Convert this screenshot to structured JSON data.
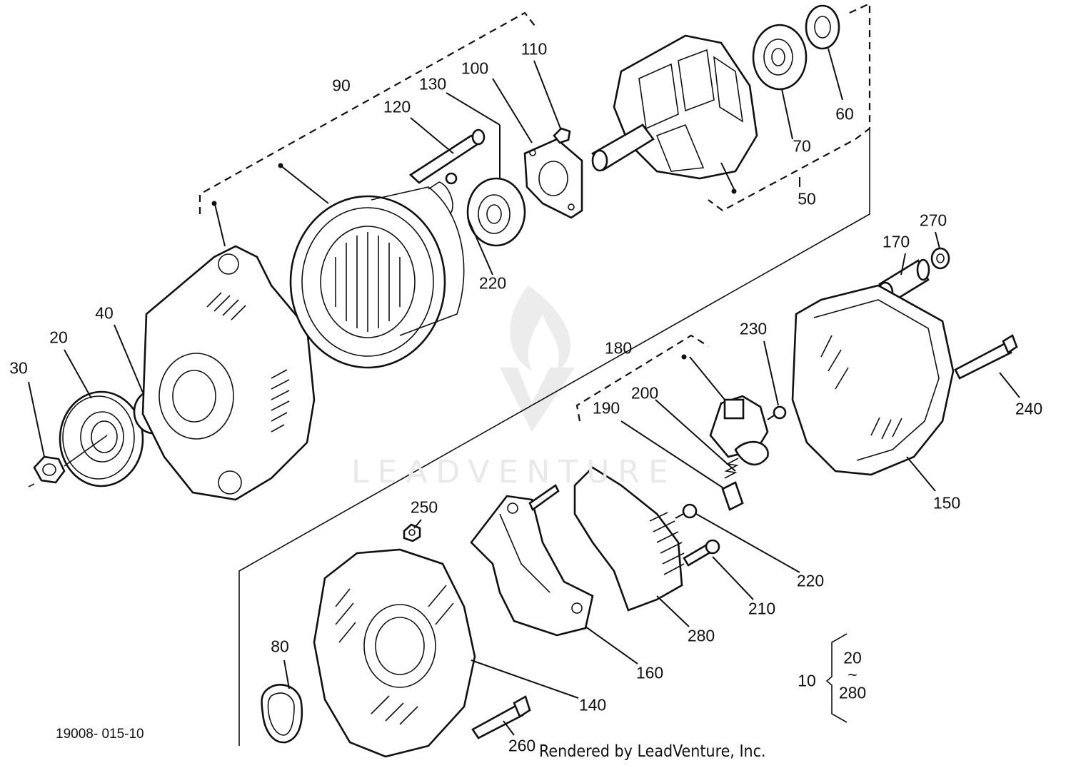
{
  "drawing_id": "19008- 015-10",
  "rendered_by": "Rendered by LeadVenture, Inc.",
  "watermark": "LEADVENTURE",
  "callouts": {
    "c90": "90",
    "c110": "110",
    "c100": "100",
    "c130": "130",
    "c120": "120",
    "c70": "70",
    "c60": "60",
    "c50": "50",
    "c220a": "220",
    "c40": "40",
    "c20": "20",
    "c30": "30",
    "c170": "170",
    "c270": "270",
    "c180": "180",
    "c230": "230",
    "c190": "190",
    "c200": "200",
    "c240": "240",
    "c150": "150",
    "c250": "250",
    "c220b": "220",
    "c210": "210",
    "c280": "280",
    "c160": "160",
    "c140": "140",
    "c80": "80",
    "c260": "260"
  },
  "assembly_brace": {
    "assembly": "10",
    "range_start": "20",
    "range_sep": "~",
    "range_end": "280"
  },
  "icons": {
    "pulley": "pulley-icon",
    "nut": "nut-icon",
    "front-housing": "front-housing-icon",
    "stator": "stator-icon",
    "rotor": "rotor-icon",
    "bearing": "bearing-icon",
    "rear-housing": "rear-housing-icon",
    "rear-cover": "rear-cover-icon",
    "rectifier": "rectifier-icon",
    "regulator": "regulator-icon",
    "brush-holder": "brush-holder-icon"
  }
}
